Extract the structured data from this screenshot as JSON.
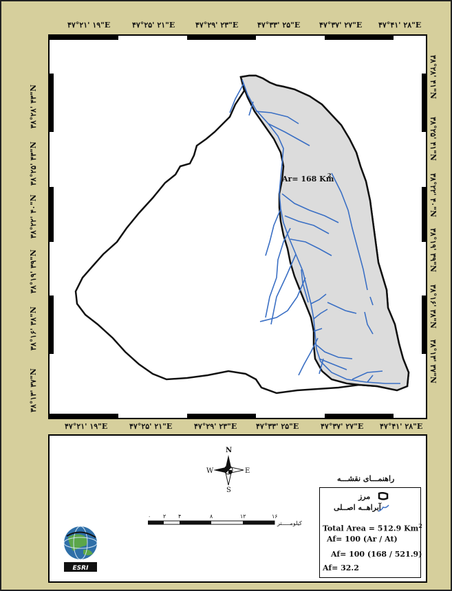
{
  "coordinates": {
    "top": [
      "۴۷°۲۱' ۱۹\"E",
      "۴۷°۲۵' ۲۱\"E",
      "۴۷°۲۹' ۲۳\"E",
      "۴۷°۳۳' ۲۵\"E",
      "۴۷°۳۷' ۲۷\"E",
      "۴۷°۴۱' ۲۸\"E"
    ],
    "bottom": [
      "۴۷°۲۱' ۱۹\"E",
      "۴۷°۲۵' ۲۱\"E",
      "۴۷°۲۹' ۲۳\"E",
      "۴۷°۳۳' ۲۵\"E",
      "۴۷°۳۷' ۲۷\"E",
      "۴۷°۴۱' ۲۸\"E"
    ],
    "left": [
      "۳۸°۲۸' ۴۳\"N",
      "۳۸°۲۵' ۴۳\"N",
      "۳۸°۲۲' ۴۰\"N",
      "۳۸°۱۹' ۳۹\"N",
      "۳۸°۱۶' ۳۸\"N",
      "۳۸°۱۳' ۳۷\"N"
    ],
    "right": [
      "۳۸°۲۸' ۴۱\"N",
      "۳۸°۲۵' ۴۱\"N",
      "۳۸°۲۲' ۴۰\"N",
      "۳۸°۱۹' ۳۹\"N",
      "۳۸°۱۶' ۳۸\"N",
      "۳۸°۱۳' ۳۷\"N"
    ]
  },
  "map": {
    "area_label": "Ar= 168 Km",
    "area_sup": "2",
    "boundary_color": "#111111",
    "subbasin_fill": "#dcdcdc",
    "stream_color": "#3a6fc4"
  },
  "legend": {
    "title": "راهنمـــای نقشـــه",
    "boundary_label": "مرز",
    "stream_label": "آبراهــه اصــلی",
    "total_area": "Total Area = 512.9 Km",
    "total_area_sup": "2",
    "af1": "Af= 100 (Ar / At)",
    "af2": "Af= 100 (168 / 521.9)",
    "af3": "Af= 32.2"
  },
  "compass": {
    "n": "N",
    "s": "S",
    "e": "E",
    "w": "W"
  },
  "scale": {
    "ticks": [
      "۰",
      "۲",
      "۴",
      "۸",
      "۱۲",
      "۱۶"
    ],
    "unit": "کیلومـــــتر"
  },
  "logo": {
    "text": "ESRI"
  }
}
